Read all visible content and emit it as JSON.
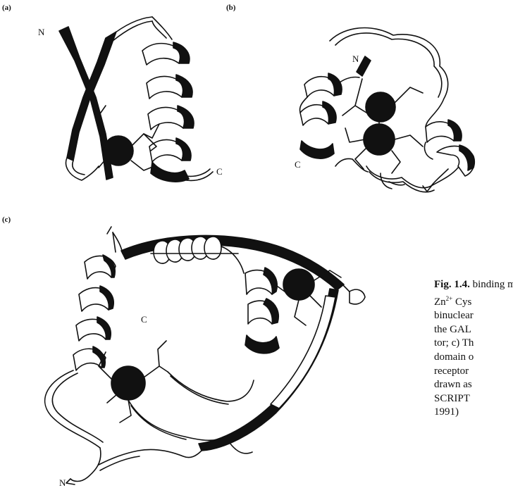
{
  "panels": {
    "a": {
      "label": "(a)",
      "n_label": "N",
      "c_label": "C"
    },
    "b": {
      "label": "(b)",
      "n_label": "N",
      "c_label": "C"
    },
    "c": {
      "label": "(c)",
      "n_label": "N",
      "c_label": "C"
    }
  },
  "caption": {
    "fig_label": "Fig. 1.4.",
    "lines": [
      "binding m",
      "Cys",
      "binuclear",
      "the GAL",
      "tor; c) Th",
      "domain o",
      "receptor",
      "drawn as",
      "SCRIPT",
      "1991)"
    ],
    "zn_base": "Zn",
    "zn_sup": "2+"
  },
  "colors": {
    "ribbon_dark": "#111111",
    "ribbon_light": "#ffffff",
    "stroke": "#111111"
  }
}
